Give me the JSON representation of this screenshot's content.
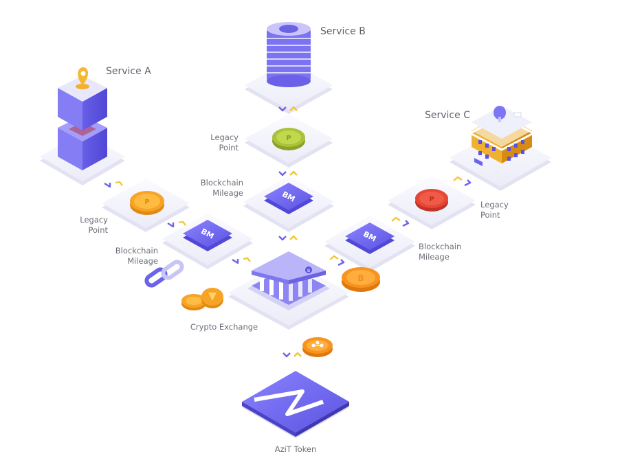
{
  "services": {
    "a": "Service A",
    "b": "Service B",
    "c": "Service C"
  },
  "labels": {
    "legacy_point_line1": "Legacy",
    "legacy_point_line2": "Point",
    "blockchain_mileage_line1": "Blockchain",
    "blockchain_mileage_line2": "Mileage",
    "crypto_exchange": "Crypto Exchange",
    "azit_token": "AziT Token",
    "bm_badge": "BM",
    "point_badge": "P",
    "bank_badge": "B"
  },
  "colors": {
    "accent_purple": "#6b63ea",
    "tile": "#f3f3fb",
    "coin_green": "#a9c23a",
    "coin_orange": "#f7a326",
    "coin_red": "#e64636",
    "building_gold": "#f0b131",
    "arrow_yellow": "#f5c437",
    "text_gray": "#6b6e78"
  }
}
